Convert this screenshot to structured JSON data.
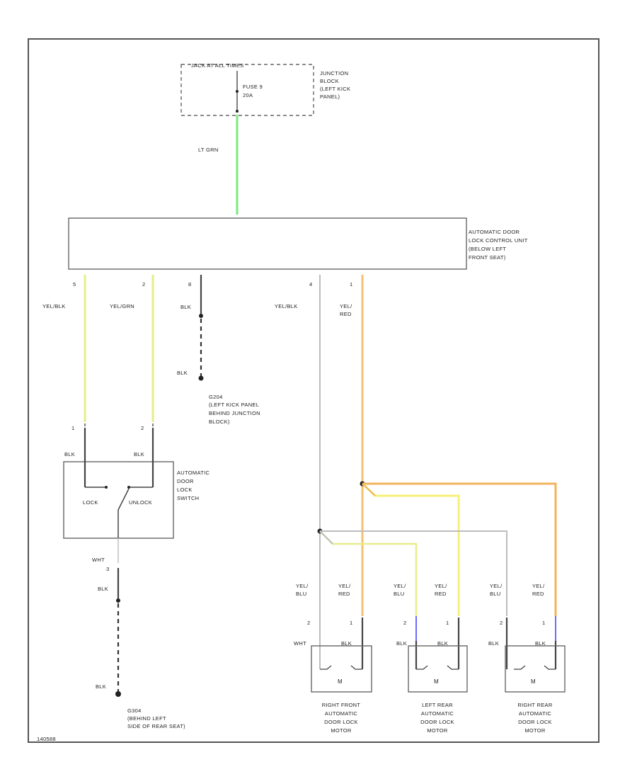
{
  "colors": {
    "lt_grn": "#7be87b",
    "yel_blk": "#e6ee8a",
    "yel_grn": "#e6ee8a",
    "yel_red": "#f7c071",
    "blk": "#444444",
    "gray": "#b9b9b9",
    "blue": "#6b6bff",
    "yel_bright": "#f5f07a",
    "orange": "#f2b35c"
  },
  "fuse_box": {
    "title": "JACK AT ALL TIMES",
    "fuse": "FUSE 9",
    "amps": "20A"
  },
  "junction_block": {
    "line1": "JUNCTION",
    "line2": "BLOCK",
    "line3": "(LEFT KICK",
    "line4": "PANEL)"
  },
  "wire_lt_grn": "LT GRN",
  "control_unit": {
    "line1": "AUTOMATIC DOOR",
    "line2": "LOCK CONTROL UNIT",
    "line3": "(BELOW LEFT",
    "line4": "FRONT SEAT)"
  },
  "pins": {
    "p5": "5",
    "p2": "2",
    "p8": "8",
    "p4": "4",
    "p1": "1"
  },
  "wires": {
    "yel_blk_left": "YEL/BLK",
    "yel_grn": "YEL/GRN",
    "blk_top": "BLK",
    "blk_ground": "BLK",
    "yel_blk_mid": "YEL/BLK",
    "yel_red_top_1": "YEL/",
    "yel_red_top_2": "RED"
  },
  "ground_g204": {
    "name": "G204",
    "line1": "(LEFT KICK PANEL",
    "line2": "BEHIND JUNCTION",
    "line3": "BLOCK)"
  },
  "switch": {
    "pin1": "1",
    "pin2": "2",
    "blk1": "BLK",
    "blk2": "BLK",
    "lock": "LOCK",
    "unlock": "UNLOCK",
    "line1": "AUTOMATIC",
    "line2": "DOOR",
    "line3": "LOCK",
    "line4": "SWITCH",
    "wht": "WHT",
    "pin3": "3",
    "blk3": "BLK",
    "blk4": "BLK"
  },
  "ground_g304": {
    "name": "G304",
    "line1": "(BEHIND LEFT",
    "line2": "SIDE OF REAR SEAT)"
  },
  "motors": [
    {
      "w1a": "YEL/",
      "w1b": "BLU",
      "w2a": "YEL/",
      "w2b": "RED",
      "pinA": "2",
      "pinB": "1",
      "tagA": "WHT",
      "tagB": "BLK",
      "m": "M",
      "line1": "RIGHT FRONT",
      "line2": "AUTOMATIC",
      "line3": "DOOR LOCK",
      "line4": "MOTOR"
    },
    {
      "w1a": "YEL/",
      "w1b": "BLU",
      "w2a": "YEL/",
      "w2b": "RED",
      "pinA": "2",
      "pinB": "1",
      "tagA": "BLK",
      "tagB": "BLK",
      "m": "M",
      "line1": "LEFT REAR",
      "line2": "AUTOMATIC",
      "line3": "DOOR LOCK",
      "line4": "MOTOR"
    },
    {
      "w1a": "YEL/",
      "w1b": "BLU",
      "w2a": "YEL/",
      "w2b": "RED",
      "pinA": "2",
      "pinB": "1",
      "tagA": "BLK",
      "tagB": "BLK",
      "m": "M",
      "line1": "RIGHT REAR",
      "line2": "AUTOMATIC",
      "line3": "DOOR LOCK",
      "line4": "MOTOR"
    }
  ],
  "figure_id": "140588"
}
